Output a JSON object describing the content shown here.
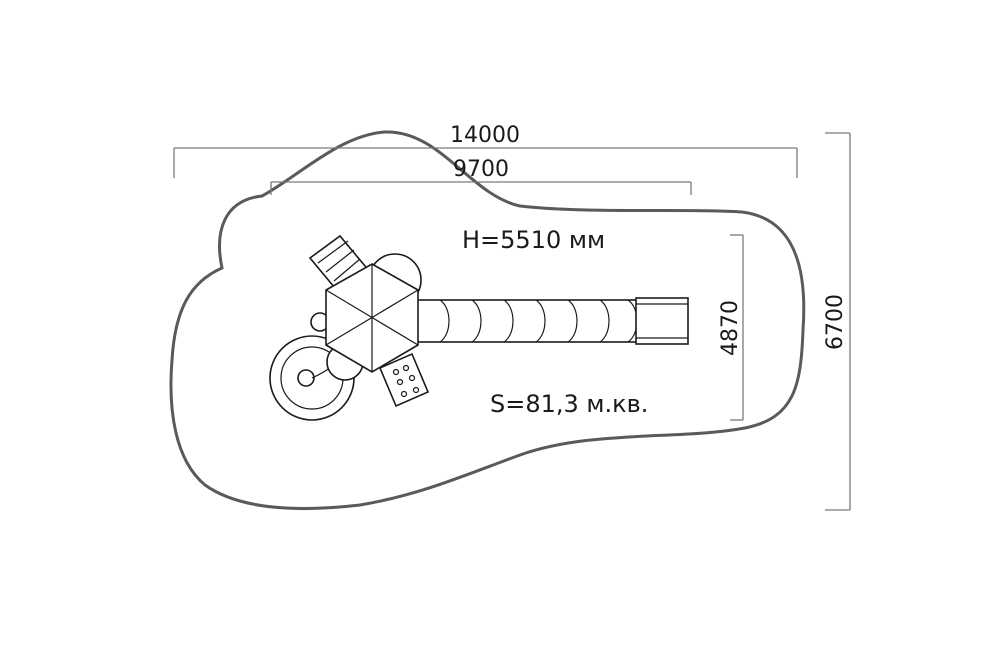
{
  "dimensions": {
    "total_length": "14000",
    "equipment_length": "9700",
    "equipment_width": "4870",
    "total_width": "6700"
  },
  "labels": {
    "height": "H=5510 мм",
    "area": "S=81,3 м.кв."
  },
  "colors": {
    "zone_outline": "#5a5a5a",
    "dimension_lines": "#7a7a7a",
    "equipment_lines": "#1a1a1a"
  }
}
